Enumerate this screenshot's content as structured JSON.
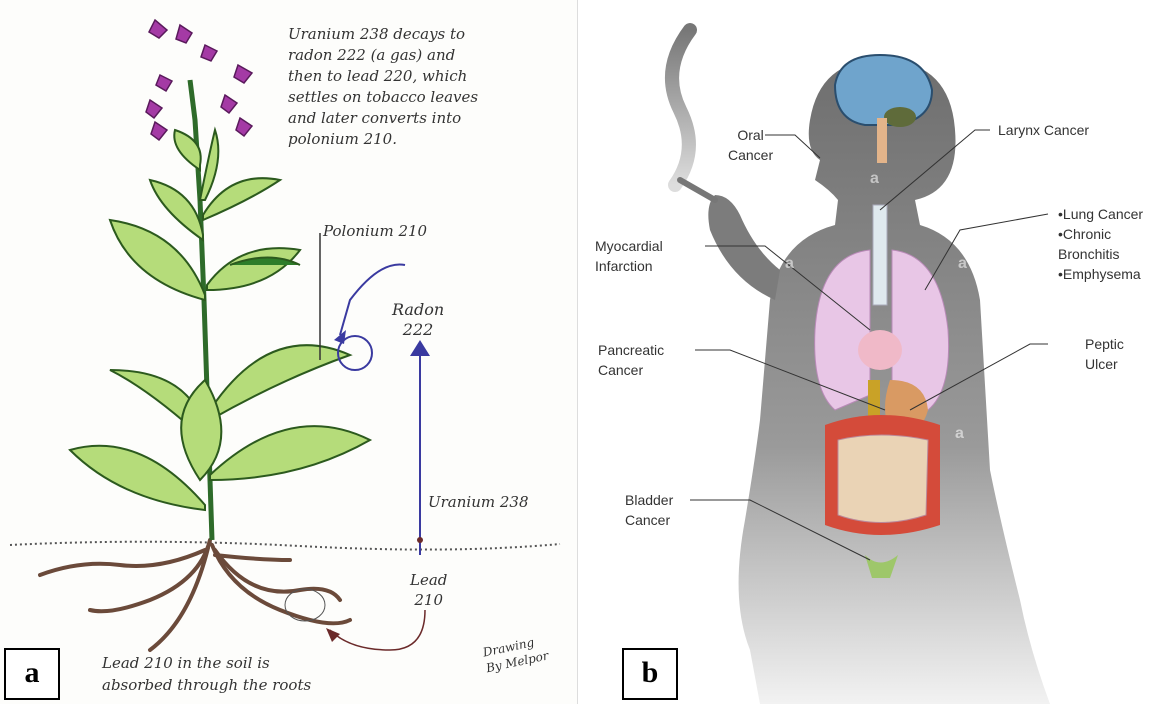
{
  "panel_a": {
    "letter": "a",
    "annotation_top": [
      "Uranium 238 decays to",
      "radon 222 (a gas) and",
      "then to lead 220, which",
      "settles on tobacco leaves",
      "and later converts into",
      "polonium 210."
    ],
    "polonium_label": "Polonium 210",
    "radon_label": [
      "Radon",
      "222"
    ],
    "uranium_label": "Uranium 238",
    "lead_label": [
      "Lead",
      "210"
    ],
    "soil_note": [
      "Lead 210 in the soil is",
      "absorbed through the roots"
    ],
    "signature": [
      "Drawing",
      "By Melpor"
    ]
  },
  "panel_b": {
    "letter": "b",
    "labels": {
      "oral": [
        "Oral",
        "Cancer"
      ],
      "larynx": "Larynx Cancer",
      "lung": [
        "•Lung Cancer",
        "•Chronic",
        "Bronchitis",
        "•Emphysema"
      ],
      "myocardial": [
        "Myocardial",
        "Infarction"
      ],
      "pancreatic": [
        "Pancreatic",
        "Cancer"
      ],
      "peptic": [
        "Peptic",
        "Ulcer"
      ],
      "bladder": [
        "Bladder",
        "Cancer"
      ]
    },
    "watermark": "a"
  }
}
